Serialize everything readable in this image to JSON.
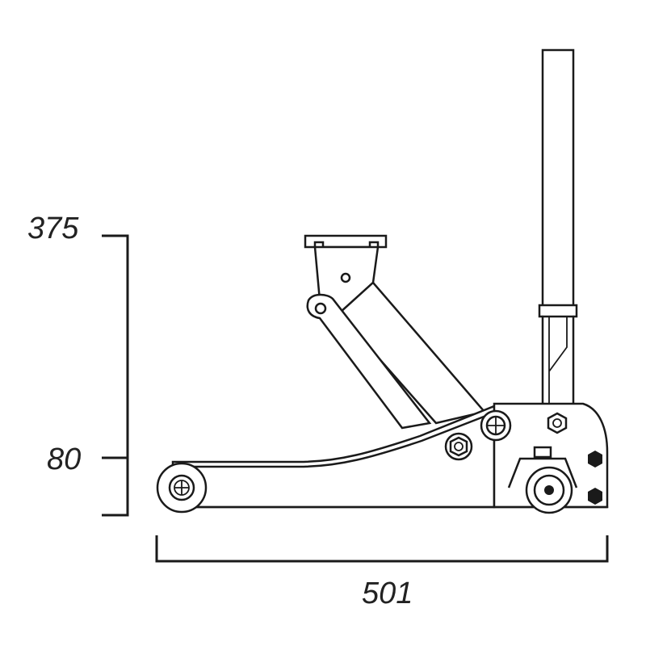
{
  "dimensions": {
    "height_max": "375",
    "height_min": "80",
    "length": "501"
  },
  "colors": {
    "line": "#1a1a1a",
    "background": "#ffffff"
  }
}
